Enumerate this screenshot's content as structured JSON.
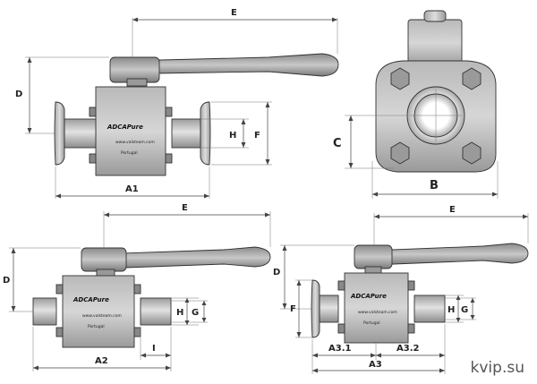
{
  "labels": {
    "e1": "E",
    "d1": "D",
    "a1": "A1",
    "h1": "H",
    "f1": "F",
    "c": "C",
    "b": "B",
    "e2": "E",
    "d2": "D",
    "a2": "A2",
    "h2": "H",
    "g2": "G",
    "i2": "I",
    "e3": "E",
    "d3": "D",
    "f3": "F",
    "h3": "H",
    "g3": "G",
    "a31": "A3.1",
    "a32": "A3.2",
    "a3": "A3"
  },
  "brand": "ADCAPure",
  "website": "www.valsteam.com",
  "country": "Portugal",
  "watermark": "kvip.su"
}
